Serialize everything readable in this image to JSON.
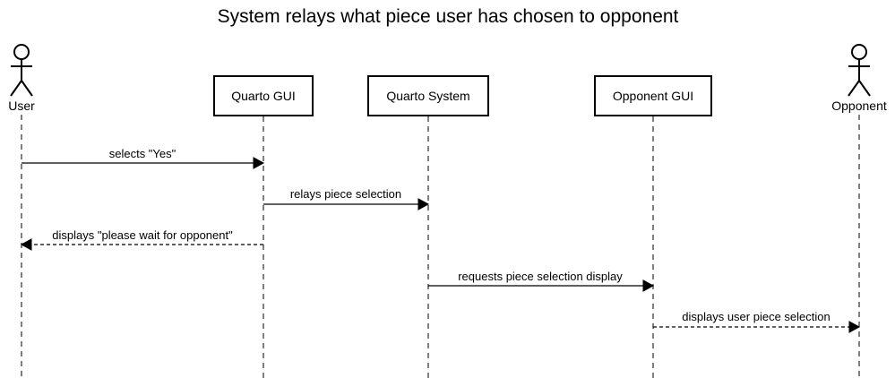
{
  "diagram": {
    "title": "System relays what piece user has chosen to opponent",
    "actors": {
      "user": "User",
      "opponent": "Opponent"
    },
    "participants": {
      "quarto_gui": "Quarto GUI",
      "quarto_system": "Quarto System",
      "opponent_gui": "Opponent GUI"
    },
    "messages": [
      {
        "from": "User",
        "to": "Quarto GUI",
        "label": "selects \"Yes\"",
        "style": "solid"
      },
      {
        "from": "Quarto GUI",
        "to": "Quarto System",
        "label": "relays piece selection",
        "style": "solid"
      },
      {
        "from": "Quarto GUI",
        "to": "User",
        "label": "displays \"please wait for opponent\"",
        "style": "dashed"
      },
      {
        "from": "Quarto System",
        "to": "Opponent GUI",
        "label": "requests piece selection display",
        "style": "solid"
      },
      {
        "from": "Opponent GUI",
        "to": "Opponent",
        "label": "displays user piece selection",
        "style": "dashed"
      }
    ]
  }
}
